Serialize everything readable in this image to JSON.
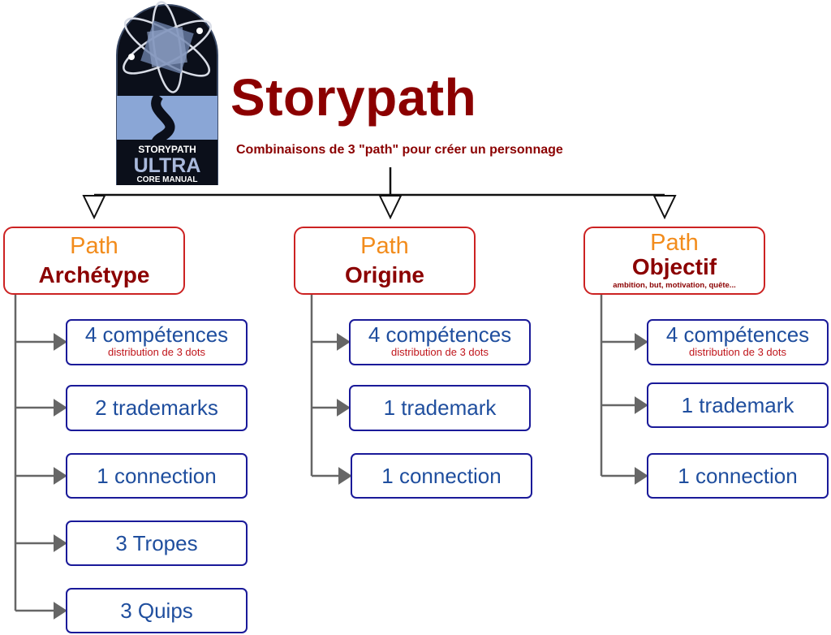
{
  "logo": {
    "top_text": "STORYPATH",
    "mid_text": "ULTRA",
    "bottom_text": "CORE MANUAL"
  },
  "header": {
    "title": "Storypath",
    "subtitle": "Combinaisons de 3 \"path\" pour créer un personnage"
  },
  "colors": {
    "title": "#8b0000",
    "path_prefix": "#f28c1c",
    "path_border": "#cc2222",
    "item_border": "#1a1a99",
    "item_text": "#1f4e9e",
    "item_sub": "#c0161c",
    "connector": "#666666"
  },
  "paths": [
    {
      "prefix": "Path",
      "name": "Archétype",
      "note": "",
      "items": [
        {
          "main": "4 compétences",
          "sub": "distribution de 3 dots"
        },
        {
          "main": "2 trademarks",
          "sub": ""
        },
        {
          "main": "1 connection",
          "sub": ""
        },
        {
          "main": "3 Tropes",
          "sub": ""
        },
        {
          "main": "3 Quips",
          "sub": ""
        }
      ]
    },
    {
      "prefix": "Path",
      "name": "Origine",
      "note": "",
      "items": [
        {
          "main": "4 compétences",
          "sub": "distribution de 3 dots"
        },
        {
          "main": "1 trademark",
          "sub": ""
        },
        {
          "main": "1 connection",
          "sub": ""
        }
      ]
    },
    {
      "prefix": "Path",
      "name": "Objectif",
      "note": "ambition, but, motivation, quête...",
      "items": [
        {
          "main": "4 compétences",
          "sub": "distribution de 3 dots"
        },
        {
          "main": "1 trademark",
          "sub": ""
        },
        {
          "main": "1 connection",
          "sub": ""
        }
      ]
    }
  ]
}
